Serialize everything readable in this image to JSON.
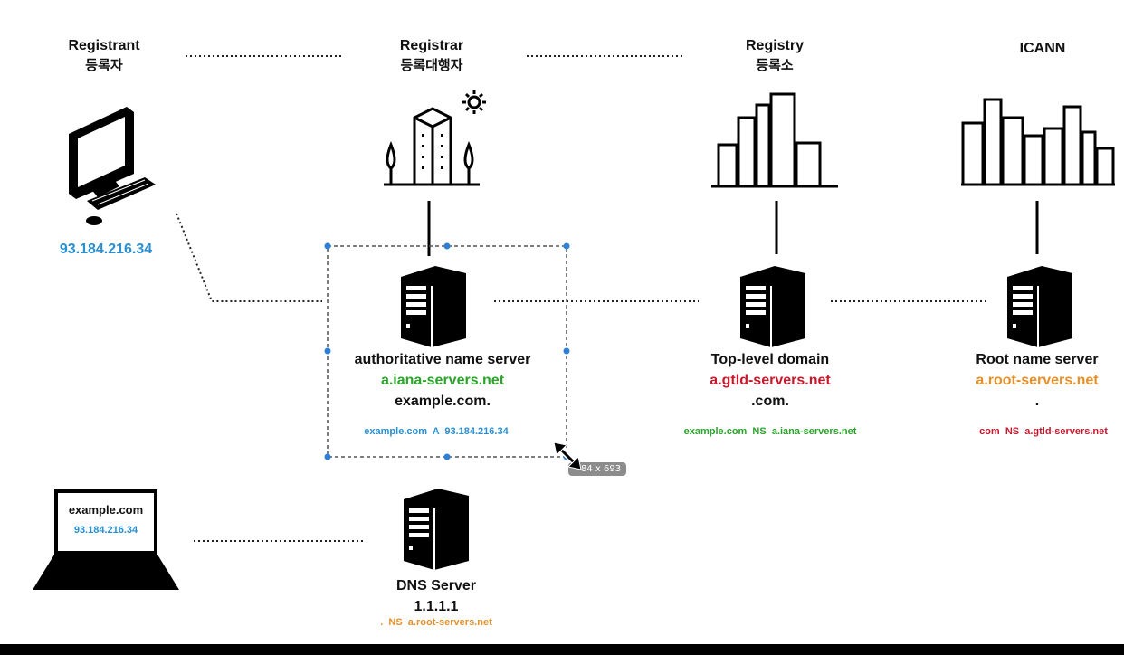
{
  "headers": {
    "registrant": {
      "en": "Registrant",
      "ko": "등록자"
    },
    "registrar": {
      "en": "Registrar",
      "ko": "등록대행자"
    },
    "registry": {
      "en": "Registry",
      "ko": "등록소"
    },
    "icann": {
      "en": "ICANN"
    }
  },
  "registrant_ip": "93.184.216.34",
  "authoritative": {
    "title": "authoritative name server",
    "host": "a.iana-servers.net",
    "zone": "example.com.",
    "record": "example.com  A  93.184.216.34"
  },
  "tld": {
    "title": "Top-level domain",
    "host": "a.gtld-servers.net",
    "zone": ".com.",
    "record": "example.com  NS  a.iana-servers.net"
  },
  "root": {
    "title": "Root name server",
    "host": "a.root-servers.net",
    "zone": ".",
    "record": "com  NS  a.gtld-servers.net"
  },
  "laptop": {
    "domain": "example.com",
    "ip": "93.184.216.34"
  },
  "dns_server": {
    "title": "DNS Server",
    "ip": "1.1.1.1",
    "record": ".  NS  a.root-servers.net"
  },
  "selection_size": "84 x 693",
  "colors": {
    "blue": "#2a8fd0",
    "green": "#2aa52a",
    "red": "#c8182c",
    "orange": "#e5902a"
  }
}
